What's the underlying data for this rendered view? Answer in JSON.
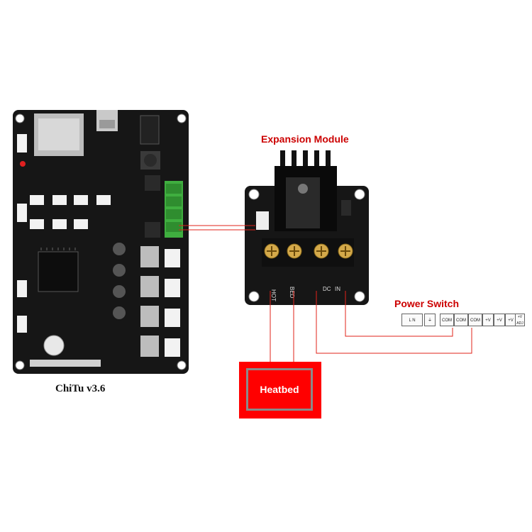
{
  "board": {
    "caption": "ChiTu v3.6"
  },
  "module": {
    "title": "Expansion Module",
    "terminal_labels": [
      "HOT",
      "BED",
      "DC",
      "IN"
    ]
  },
  "power_switch": {
    "title": "Power Switch",
    "terminals": [
      "L N",
      "⏚",
      "COM",
      "COM",
      "COM",
      "+V",
      "+V",
      "+V",
      "+V ADJ"
    ]
  },
  "heatbed": {
    "label": "Heatbed"
  },
  "colors": {
    "wire": "#e2231a",
    "title": "#cc0000",
    "heatbed": "#ff0000",
    "board": "#151515"
  }
}
